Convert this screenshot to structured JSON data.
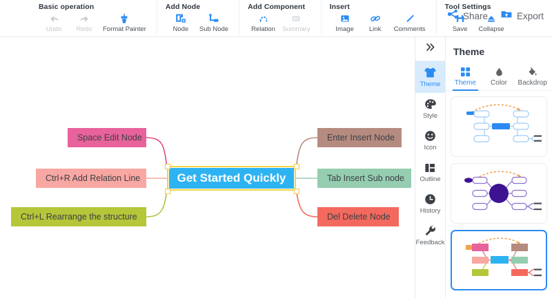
{
  "toolbar": {
    "groups": [
      {
        "title": "Basic operation",
        "items": [
          {
            "label": "Undo",
            "icon": "undo-arrow-icon",
            "disabled": true
          },
          {
            "label": "Redo",
            "icon": "redo-arrow-icon",
            "disabled": true
          },
          {
            "label": "Format Painter",
            "icon": "format-painter-icon",
            "disabled": false
          }
        ]
      },
      {
        "title": "Add Node",
        "items": [
          {
            "label": "Node",
            "icon": "add-node-icon",
            "disabled": false
          },
          {
            "label": "Sub Node",
            "icon": "add-sub-node-icon",
            "disabled": false
          }
        ]
      },
      {
        "title": "Add Component",
        "items": [
          {
            "label": "Relation",
            "icon": "relation-line-icon",
            "disabled": false
          },
          {
            "label": "Summary",
            "icon": "summary-bracket-icon",
            "disabled": true
          }
        ]
      },
      {
        "title": "Insert",
        "items": [
          {
            "label": "Image",
            "icon": "image-icon",
            "disabled": false
          },
          {
            "label": "Link",
            "icon": "link-chain-icon",
            "disabled": false
          },
          {
            "label": "Comments",
            "icon": "comment-pen-icon",
            "disabled": false
          }
        ]
      },
      {
        "title": "Tool Settings",
        "items": [
          {
            "label": "Save",
            "icon": "save-disk-icon",
            "disabled": false
          },
          {
            "label": "Collapse",
            "icon": "collapse-eject-icon",
            "disabled": false
          }
        ]
      }
    ],
    "actions": [
      {
        "label": "Share",
        "icon": "share-nodes-icon"
      },
      {
        "label": "Export",
        "icon": "export-folder-icon"
      }
    ]
  },
  "mindmap": {
    "root": {
      "label": "Get Started Quickly",
      "fill": "#2eb3f2",
      "border": "#f2d544",
      "selected": true
    },
    "left_nodes": [
      {
        "label": "Space Edit Node",
        "fill": "#e8629b",
        "line": "#e04a8b"
      },
      {
        "label": "Ctrl+R Add Relation Line",
        "fill": "#f9a7a2",
        "line": "#f5a6a1"
      },
      {
        "label": "Ctrl+L Rearrange the structure",
        "fill": "#b5c639",
        "line": "#aec238"
      }
    ],
    "right_nodes": [
      {
        "label": "Enter Insert Node",
        "fill": "#b58b80",
        "line": "#b58b80"
      },
      {
        "label": "Tab Insert Sub node",
        "fill": "#95cdb0",
        "line": "#95cdb0"
      },
      {
        "label": "Del Delete Node",
        "fill": "#f4695e",
        "line": "#f4695e"
      }
    ]
  },
  "rail": {
    "toggle": {
      "icon": "chevrons-right-icon",
      "label": "Expand panel"
    },
    "items": [
      {
        "label": "Theme",
        "icon": "tshirt-icon",
        "active": true
      },
      {
        "label": "Style",
        "icon": "palette-icon",
        "active": false
      },
      {
        "label": "Icon",
        "icon": "smiley-face-icon",
        "active": false
      },
      {
        "label": "Outline",
        "icon": "outline-layout-icon",
        "active": false
      },
      {
        "label": "History",
        "icon": "clock-icon",
        "active": false
      },
      {
        "label": "Feedback",
        "icon": "wrench-icon",
        "active": false
      }
    ]
  },
  "panel": {
    "title": "Theme",
    "tabs": [
      {
        "label": "Theme",
        "icon": "grid-squares-icon",
        "active": true
      },
      {
        "label": "Color",
        "icon": "color-drop-icon",
        "active": false
      },
      {
        "label": "Backdrop",
        "icon": "paint-bucket-icon",
        "active": false
      }
    ],
    "themes": [
      {
        "name": "blue-classic-theme",
        "selected": false,
        "accent": "#2b8bf2",
        "node_fill": "#ffffff",
        "node_stroke": "#9ecbf6",
        "root_fill": "#2b8bf2",
        "relation_color": "#f2a14b"
      },
      {
        "name": "purple-radial-theme",
        "selected": false,
        "accent": "#4b1f9e",
        "node_fill": "#ffffff",
        "node_stroke": "#8a6fd0",
        "root_fill": "#3d1391",
        "relation_color": "#f2a14b"
      },
      {
        "name": "colorful-theme",
        "selected": true,
        "accent": "#2eb3f2",
        "relation_color": "#f2a14b",
        "palette": [
          "#e8629b",
          "#f9a7a2",
          "#b5c639",
          "#b58b80",
          "#95cdb0",
          "#f4695e",
          "#2eb3f2",
          "#f2a14b"
        ]
      }
    ]
  }
}
